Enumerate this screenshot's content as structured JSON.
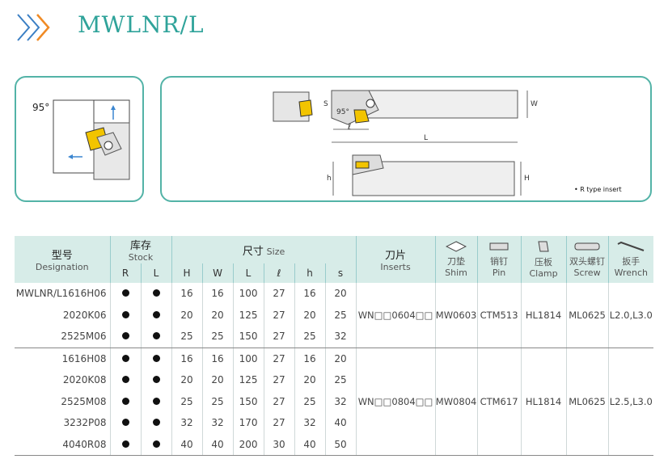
{
  "title": "MWLNR/L",
  "colors": {
    "accent": "#2fa39a",
    "chevron_blue": "#3b7fc4",
    "chevron_orange": "#f08a24",
    "header_bg": "#d7ece8",
    "insert_yellow": "#f2c400"
  },
  "diagram": {
    "angle_label": "95°",
    "side_labels": {
      "s": "S",
      "angle": "95°",
      "l": "ℓ",
      "L": "L",
      "W": "W",
      "h": "h",
      "H": "H"
    },
    "note": "• R type insert"
  },
  "table": {
    "headers": {
      "model_zh": "型号",
      "model_en": "Designation",
      "stock_zh": "库存",
      "stock_en": "Stock",
      "R": "R",
      "L": "L",
      "size_zh": "尺寸",
      "size_en": "Size",
      "H": "H",
      "W": "W",
      "Lcol": "L",
      "l": "ℓ",
      "h": "h",
      "s": "s",
      "inserts_zh": "刀片",
      "inserts_en": "Inserts",
      "shim_zh": "刀垫",
      "shim_en": "Shim",
      "pin_zh": "销钉",
      "pin_en": "Pin",
      "clamp_zh": "压板",
      "clamp_en": "Clamp",
      "screw_zh": "双头螺钉",
      "screw_en": "Screw",
      "wrench_zh": "扳手",
      "wrench_en": "Wrench"
    },
    "groups": [
      {
        "insert": "WN□□0604□□",
        "shim": "MW0603",
        "pin": "CTM513",
        "clamp": "HL1814",
        "screw": "ML0625",
        "wrench": "L2.0,L3.0",
        "rows": [
          {
            "model": "MWLNR/L1616H06",
            "H": "16",
            "W": "16",
            "L": "100",
            "l": "27",
            "h": "16",
            "s": "20"
          },
          {
            "model": "2020K06",
            "H": "20",
            "W": "20",
            "L": "125",
            "l": "27",
            "h": "20",
            "s": "25"
          },
          {
            "model": "2525M06",
            "H": "25",
            "W": "25",
            "L": "150",
            "l": "27",
            "h": "25",
            "s": "32"
          }
        ]
      },
      {
        "insert": "WN□□0804□□",
        "shim": "MW0804",
        "pin": "CTM617",
        "clamp": "HL1814",
        "screw": "ML0625",
        "wrench": "L2.5,L3.0",
        "rows": [
          {
            "model": "1616H08",
            "H": "16",
            "W": "16",
            "L": "100",
            "l": "27",
            "h": "16",
            "s": "20"
          },
          {
            "model": "2020K08",
            "H": "20",
            "W": "20",
            "L": "125",
            "l": "27",
            "h": "20",
            "s": "25"
          },
          {
            "model": "2525M08",
            "H": "25",
            "W": "25",
            "L": "150",
            "l": "27",
            "h": "25",
            "s": "32"
          },
          {
            "model": "3232P08",
            "H": "32",
            "W": "32",
            "L": "170",
            "l": "27",
            "h": "32",
            "s": "40"
          },
          {
            "model": "4040R08",
            "H": "40",
            "W": "40",
            "L": "200",
            "l": "30",
            "h": "40",
            "s": "50"
          }
        ]
      }
    ]
  }
}
